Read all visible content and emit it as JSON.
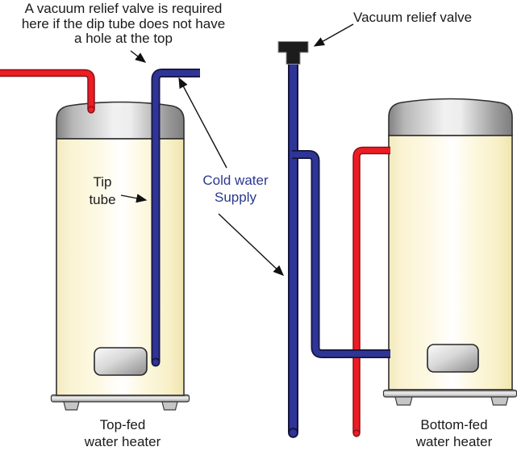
{
  "diagram": {
    "background": "#FFFFFF",
    "top_note": "A vacuum relief valve is required\nhere if the dip tube does not have\na hole at the top",
    "labels": {
      "vacuum_relief_valve": "Vacuum relief valve",
      "tip_tube": "Tip\ntube",
      "cold_water_supply": "Cold water\nSupply"
    },
    "captions": {
      "left_heater": "Top-fed\nwater heater",
      "right_heater": "Bottom-fed\nwater heater"
    },
    "colors": {
      "hot_water_pipe": "#EC1C24",
      "hot_water_pipe_outline": "#8A1016",
      "cold_water_pipe": "#2E3596",
      "cold_water_pipe_outline": "#15153C",
      "cold_water_text": "#2B3990",
      "tank_body_cream": "#FAF3D2",
      "tank_cap_gray": "#C9C9C9",
      "valve_black": "#1C1C1C",
      "arrow_black": "#111111"
    }
  }
}
